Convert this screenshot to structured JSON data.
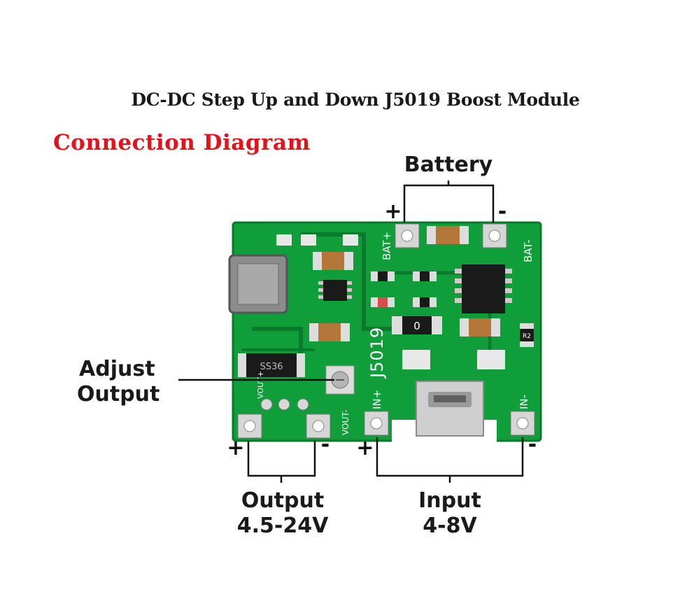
{
  "title": "DC-DC Step Up and Down J5019 Boost Module",
  "subtitle": "Connection Diagram",
  "labels": {
    "battery": "Battery",
    "adjust_line1": "Adjust",
    "adjust_line2": "Output",
    "output_line1": "Output",
    "output_line2": "4.5-24V",
    "input_line1": "Input",
    "input_line2": "4-8V"
  },
  "signs": {
    "battery_plus": "+",
    "battery_minus": "-",
    "output_plus": "+",
    "output_minus": "-",
    "input_plus": "+",
    "input_minus": "-"
  },
  "board_silkscreen": {
    "bat_plus": "BAT+",
    "bat_minus": "BAT-",
    "model": "J5019",
    "vout_plus": "VOUT+",
    "vout_minus": "VOUT-",
    "in_plus": "IN+",
    "in_minus": "IN-",
    "cap_marking": "0",
    "diode_marking": "SS36",
    "resistor_marking": "R2"
  },
  "colors": {
    "pcb": "#0f9e3a",
    "pcb_dark": "#0a7a2c",
    "pad": "#c9ccc8",
    "title_red": "#e3121b",
    "line": "#111111"
  }
}
